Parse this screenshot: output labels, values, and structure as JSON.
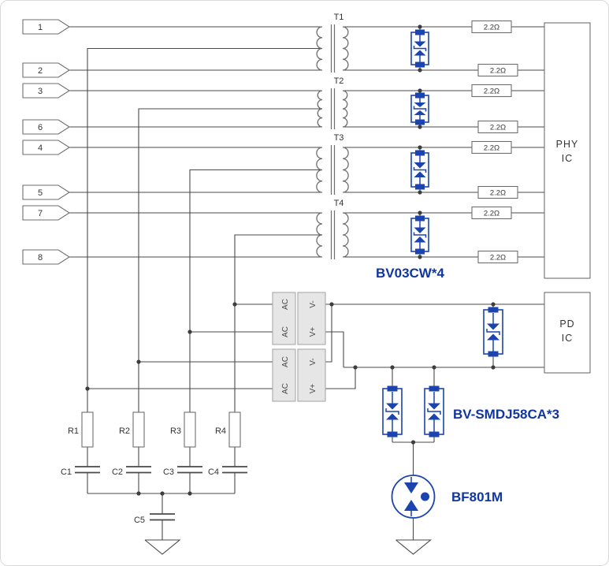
{
  "diagram": {
    "connectors": [
      "1",
      "2",
      "3",
      "6",
      "4",
      "5",
      "7",
      "8"
    ],
    "transformers": [
      "T1",
      "T2",
      "T3",
      "T4"
    ],
    "series_resistor_value": "2.2Ω",
    "phy_ic": {
      "line1": "PHY",
      "line2": "IC"
    },
    "pd_ic": {
      "line1": "PD",
      "line2": "IC"
    },
    "bridge": {
      "ac": "AC",
      "v_minus": "V-",
      "v_plus": "V+"
    },
    "part_labels": {
      "pair_tvs": "BV03CW*4",
      "power_tvs": "BV-SMDJ58CA*3",
      "surge_protector": "BF801M"
    },
    "resistors": [
      "R1",
      "R2",
      "R3",
      "R4"
    ],
    "capacitors": [
      "C1",
      "C2",
      "C3",
      "C4",
      "C5"
    ],
    "colors": {
      "component_blue": "#1b44ae",
      "label_blue": "#10379f",
      "wire": "#4a4a4a"
    }
  }
}
